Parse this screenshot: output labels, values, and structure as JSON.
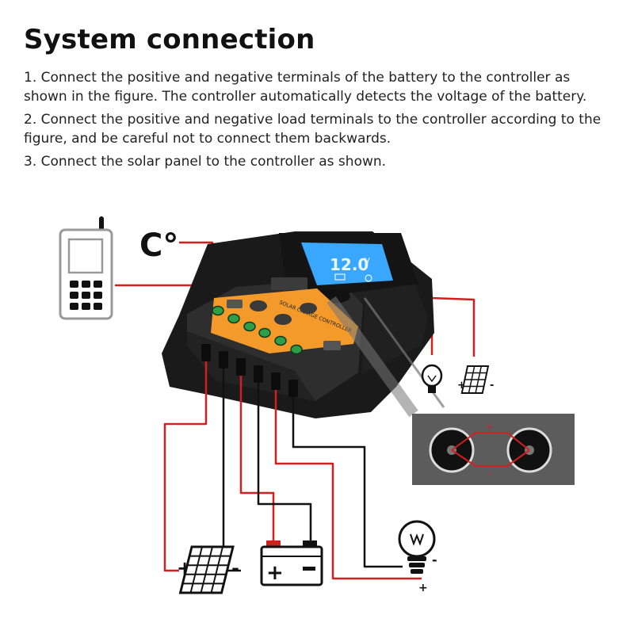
{
  "page": {
    "title": "System connection",
    "steps": [
      "1. Connect the positive and negative terminals of the battery to the controller as shown in the figure. The controller automatically detects the voltage of the battery.",
      "2. Connect the positive and negative load terminals to the controller according to the figure, and be careful not to connect them backwards.",
      "3. Connect the solar panel to the controller as shown."
    ]
  },
  "figure": {
    "temperature_label": "C°",
    "lcd_reading": "12.0",
    "lcd_unit": "V",
    "panel_label": "SOLAR CHARGE CONTROLLER",
    "plus": "+",
    "minus": "-",
    "colors": {
      "wire_red": "#d21f1f",
      "wire_black": "#111111",
      "controller": "#2a2a2a",
      "accent_orange": "#f39a2b",
      "lcd_blue": "#3aa7ff",
      "led_green": "#2e9e49"
    }
  }
}
